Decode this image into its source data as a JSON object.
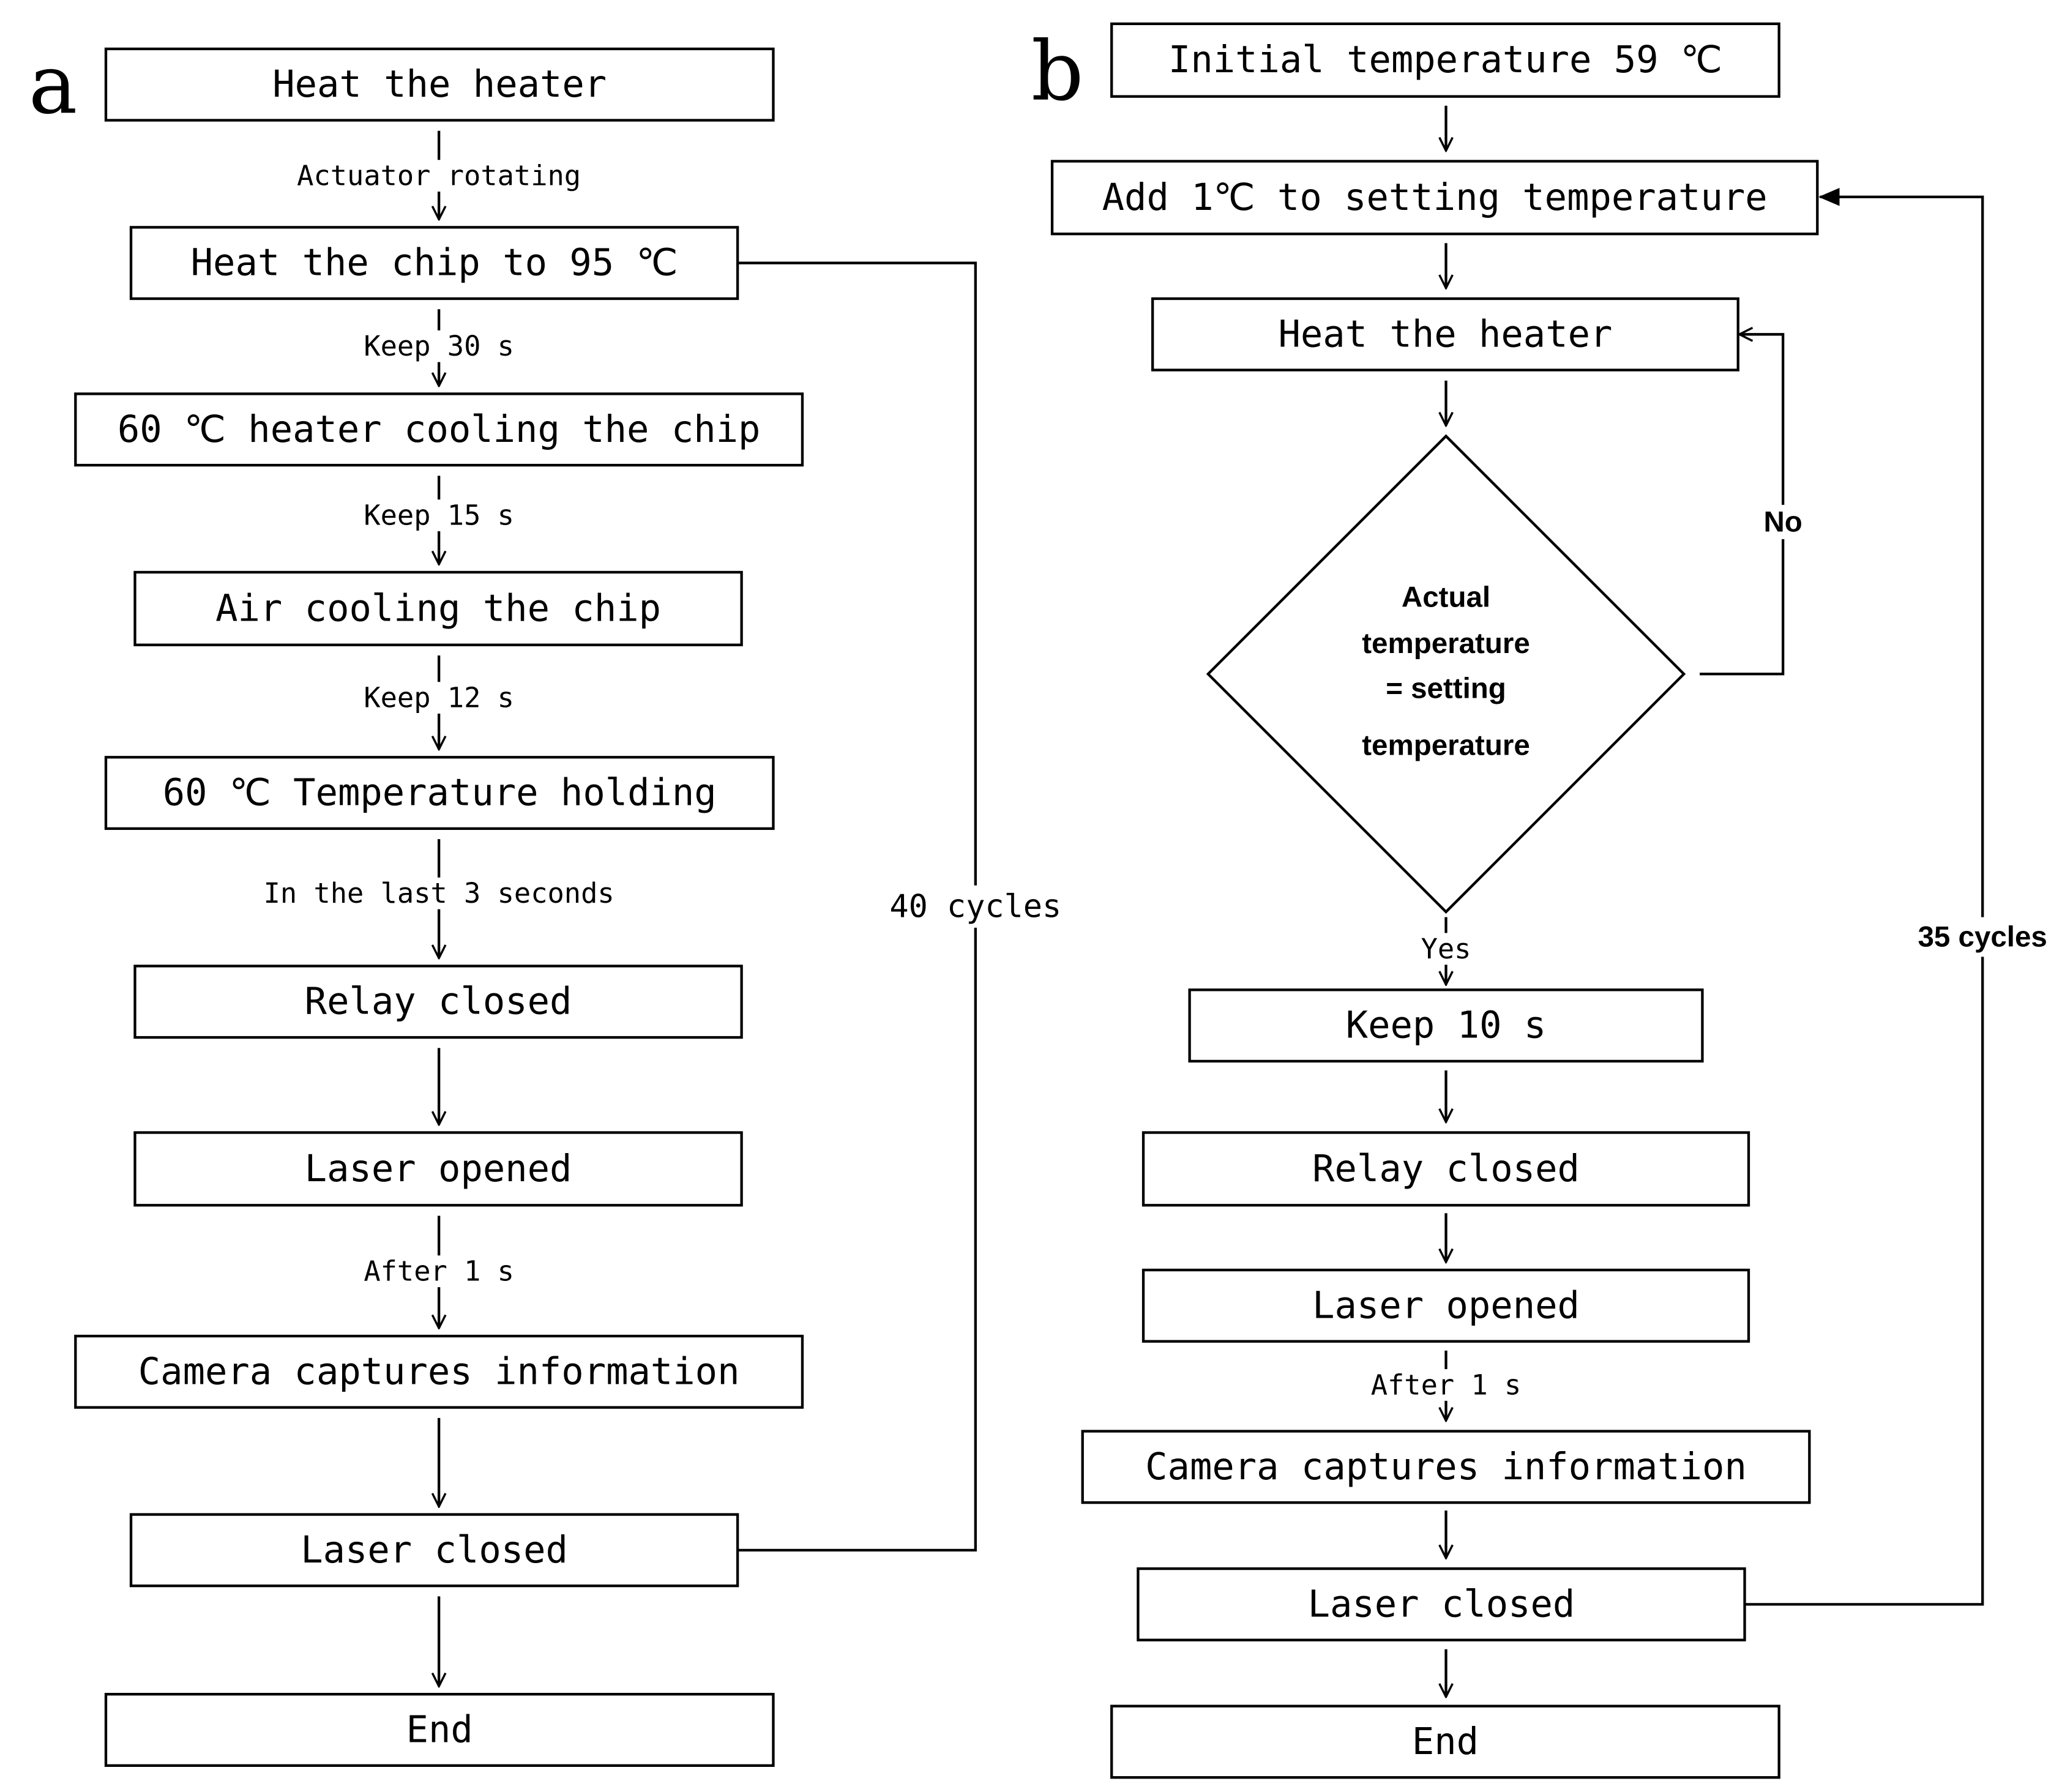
{
  "panel_a": {
    "label": "a",
    "boxes": [
      "Heat the heater",
      "Heat the chip to 95 ℃",
      "60 ℃ heater cooling the chip",
      "Air cooling the chip",
      "60 ℃ Temperature holding",
      "Relay closed",
      "Laser opened",
      "Camera captures information",
      "Laser closed",
      "End"
    ],
    "arrow_labels": [
      "Actuator rotating",
      "Keep 30 s",
      "Keep 15 s",
      "Keep 12 s",
      "In the last 3 seconds",
      "",
      "",
      "After 1 s",
      "",
      ""
    ],
    "loop_label": "40 cycles"
  },
  "panel_b": {
    "label": "b",
    "boxes": [
      "Initial temperature 59 ℃",
      "Add 1℃ to setting temperature",
      "Heat the heater",
      "Keep 10 s",
      "Relay closed",
      "Laser opened",
      "Camera captures information",
      "Laser closed",
      "End"
    ],
    "decision": [
      "Actual",
      "temperature",
      "= setting",
      "temperature"
    ],
    "yes_label": "Yes",
    "no_label": "No",
    "after_label": "After 1 s",
    "loop_label": "35 cycles"
  }
}
